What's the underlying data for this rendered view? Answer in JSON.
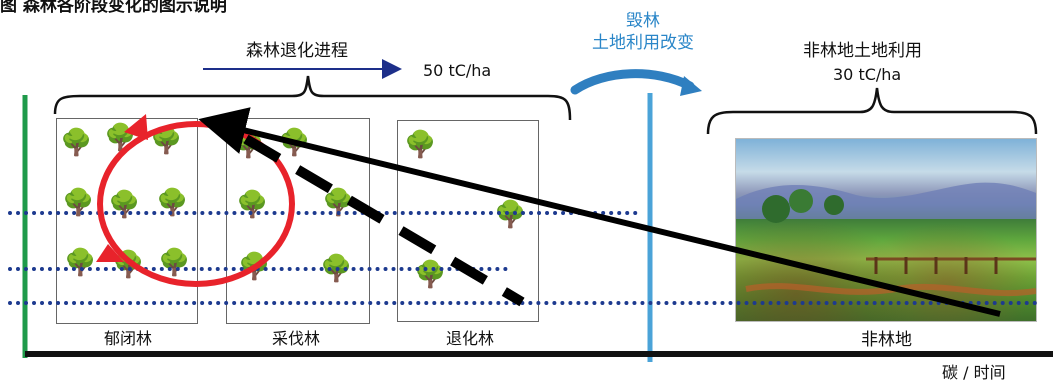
{
  "header": {
    "title": "图 森林各阶段变化的图示说明"
  },
  "top_labels": {
    "degradation_process": "森林退化进程",
    "forest_carbon": "50 tC/ha",
    "deforestation_line1": "毁林",
    "deforestation_line2": "土地利用改变",
    "non_forest_land_use": "非林地土地利用",
    "non_forest_carbon": "30 tC/ha"
  },
  "boxes": {
    "closed_forest": "郁闭林",
    "logged_forest": "采伐林",
    "degraded_forest": "退化林",
    "non_forest": "非林地"
  },
  "axis": {
    "label": "碳 / 时间"
  },
  "colors": {
    "green_axis": "#1f9a4a",
    "blue_divider": "#4aa3d8",
    "dotted_lines": "#1d3a8f",
    "red_cycle": "#e8232b",
    "arrow": "#000000"
  }
}
